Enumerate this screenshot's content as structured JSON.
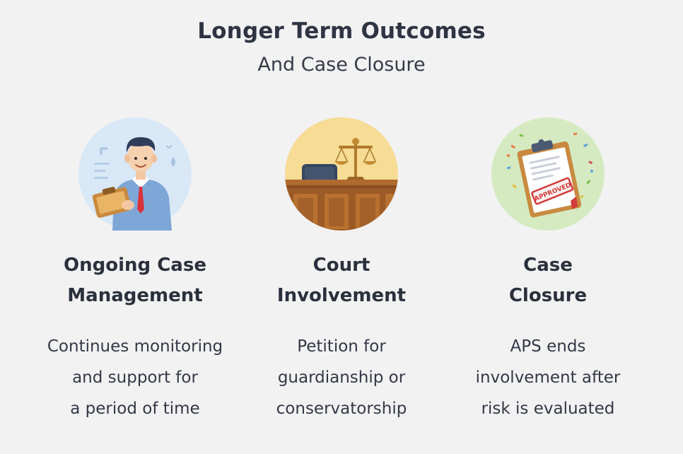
{
  "header": {
    "title": "Longer Term Outcomes",
    "subtitle": "And Case Closure"
  },
  "columns": [
    {
      "title_lines": [
        "Ongoing Case",
        "Management"
      ],
      "desc_lines": [
        "Continues monitoring",
        "and support for",
        "a period of time"
      ],
      "icon": "caseworker-with-clipboard-icon",
      "circle_color": "#d9e8f7"
    },
    {
      "title_lines": [
        "Court",
        "Involvement"
      ],
      "desc_lines": [
        "Petition for",
        "guardianship or",
        "conservatorship"
      ],
      "icon": "courtroom-scales-icon",
      "circle_color": "#f6dc95"
    },
    {
      "title_lines": [
        "Case",
        "Closure"
      ],
      "desc_lines": [
        "APS ends",
        "involvement after",
        "risk is evaluated"
      ],
      "icon": "approved-clipboard-icon",
      "circle_color": "#d5eac1",
      "stamp_text": "APPROVED"
    }
  ]
}
